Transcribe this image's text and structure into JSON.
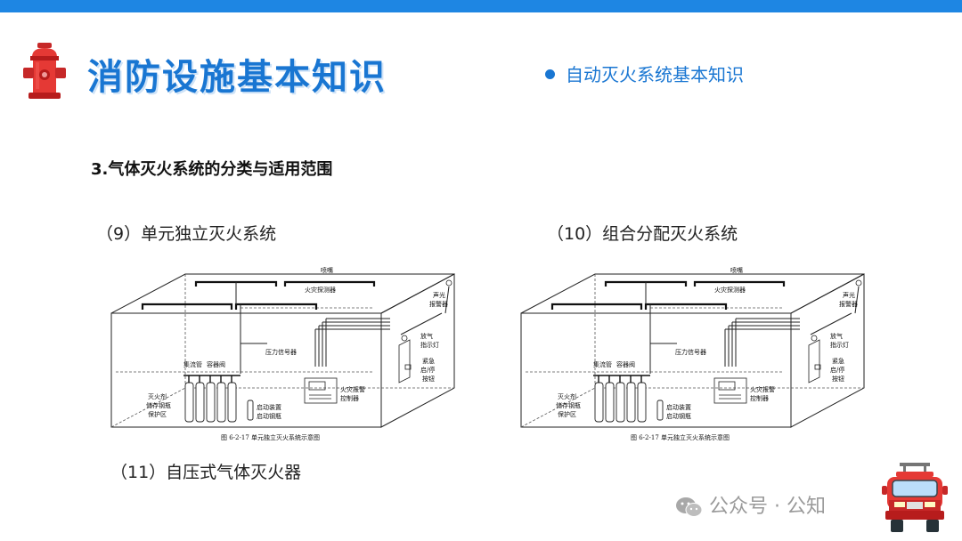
{
  "header": {
    "title": "消防设施基本知识",
    "topic": "自动灭火系统基本知识"
  },
  "section": {
    "heading": "3.气体灭火系统的分类与适用范围",
    "items": [
      "（9）单元独立灭火系统",
      "（10）组合分配灭火系统",
      "（11）自压式气体灭火器"
    ]
  },
  "diagram": {
    "labels": {
      "nozzle": "喷嘴",
      "detector": "火灾探测器",
      "alarm_a": "声光",
      "alarm_b": "报警器",
      "pressure": "压力信号器",
      "release_a": "放气",
      "release_b": "指示灯",
      "manifold": "集流管",
      "valve": "容器阀",
      "emergency_a": "紧急",
      "emergency_b": "启/停",
      "emergency_c": "按钮",
      "storage_a": "灭火剂",
      "storage_b": "储存钢瓶",
      "zone": "保护区",
      "panel_a": "火灾报警",
      "panel_b": "控制器",
      "starter_a": "启动装置",
      "starter_b": "启动钢瓶"
    },
    "caption": "图 6-2-17 单元独立灭火系统示意图"
  },
  "watermark": {
    "text": "公众号 · 公知"
  },
  "colors": {
    "accent": "#1976d2",
    "top_bar": "#1e86e3"
  }
}
